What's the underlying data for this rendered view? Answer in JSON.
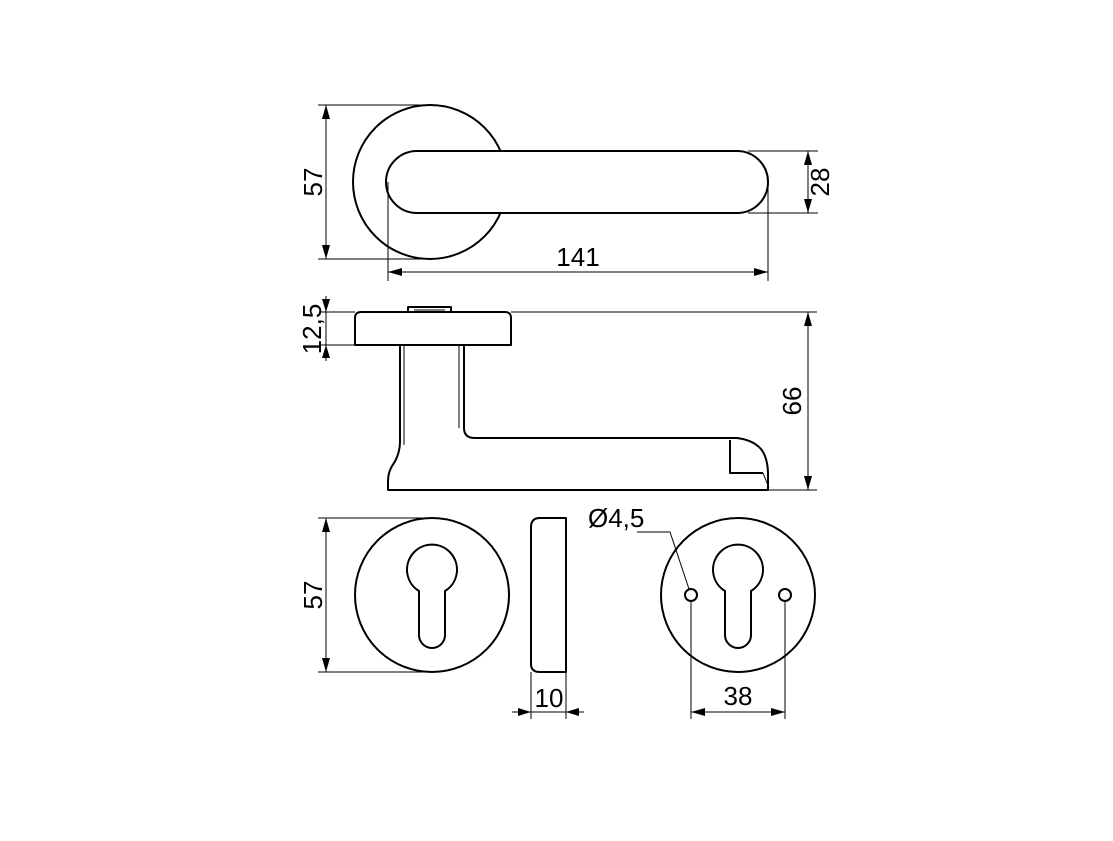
{
  "dimensions": {
    "rose_diameter_top": "57",
    "lever_height": "28",
    "lever_length": "141",
    "rose_thickness": "12,5",
    "total_depth": "66",
    "escutcheon_diameter": "57",
    "escutcheon_thickness": "10",
    "hole_diameter": "Ø4,5",
    "hole_spacing": "38"
  },
  "colors": {
    "line": "#000000",
    "background": "#ffffff"
  }
}
